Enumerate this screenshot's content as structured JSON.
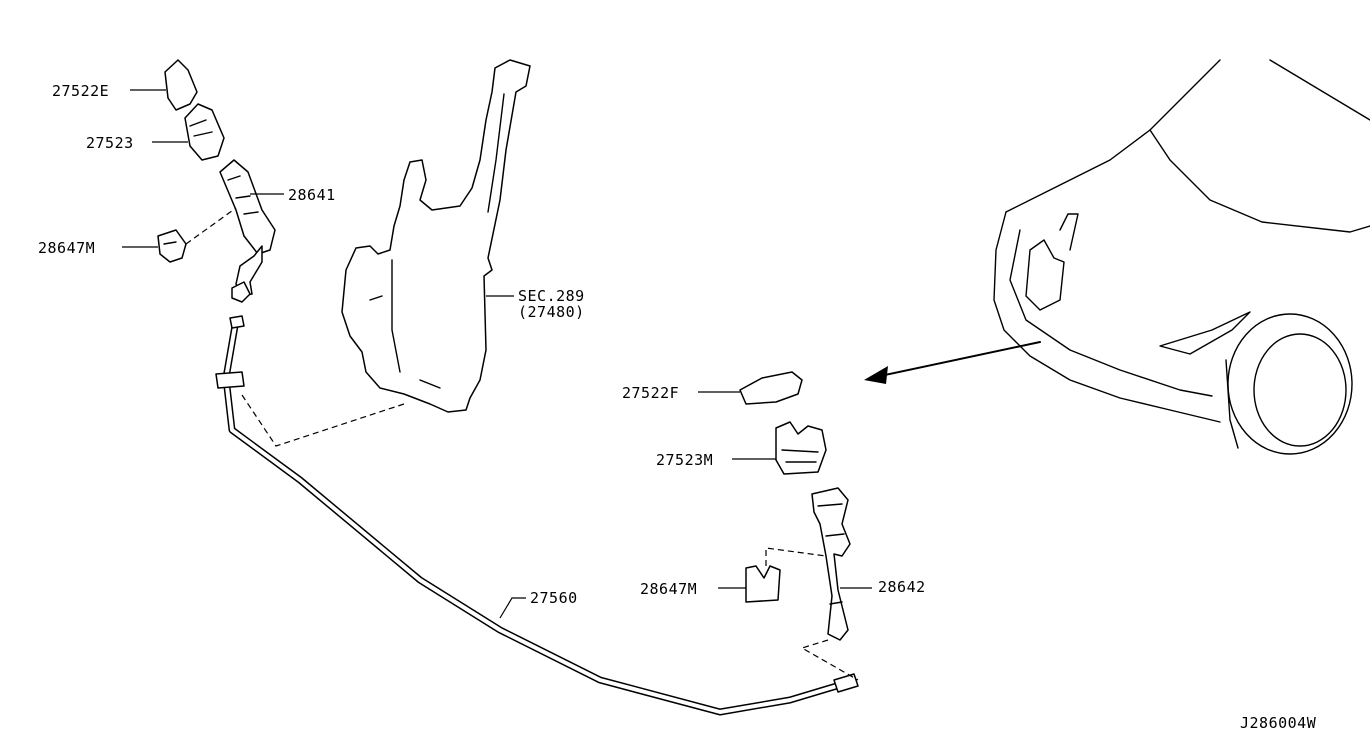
{
  "labels": {
    "p27522E": "27522E",
    "p27523": "27523",
    "p28641": "28641",
    "p28647M_left": "28647M",
    "sec289": "SEC.289",
    "p27480": "(27480)",
    "p27522F": "27522F",
    "p27523M": "27523M",
    "p28647M_right": "28647M",
    "p28642": "28642",
    "p27560": "27560",
    "diagram_code": "J286004W"
  }
}
